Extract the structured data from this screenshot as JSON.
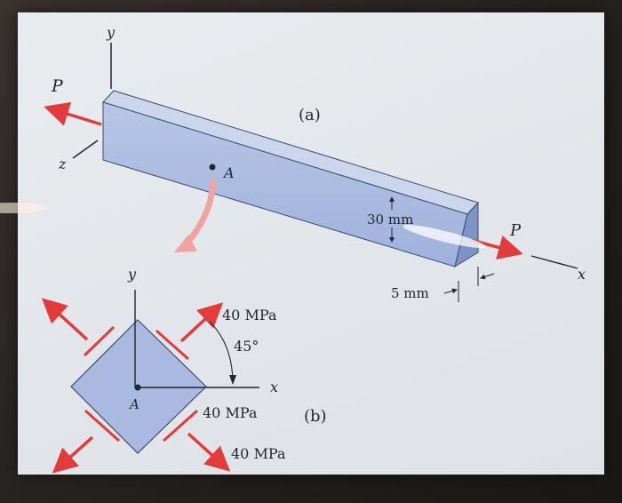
{
  "figure_a": {
    "label": "(a)",
    "force_left": "P",
    "force_right": "P",
    "axis_y": "y",
    "axis_z": "z",
    "axis_x": "x",
    "point": "A",
    "dim_height": "30 mm",
    "dim_thickness": "5 mm"
  },
  "figure_b": {
    "label": "(b)",
    "axis_y": "y",
    "axis_x": "x",
    "point": "A",
    "angle": "45°",
    "stress_top_right": "40 MPa",
    "stress_bottom_right_inner": "40 MPa",
    "stress_bottom_right_outer": "40 MPa"
  },
  "colors": {
    "bar_front": "#aebfe0",
    "bar_top": "#c7d3ea",
    "bar_end": "#7e93c6",
    "arrow_red": "#e23b3b",
    "line": "#1f2630"
  }
}
